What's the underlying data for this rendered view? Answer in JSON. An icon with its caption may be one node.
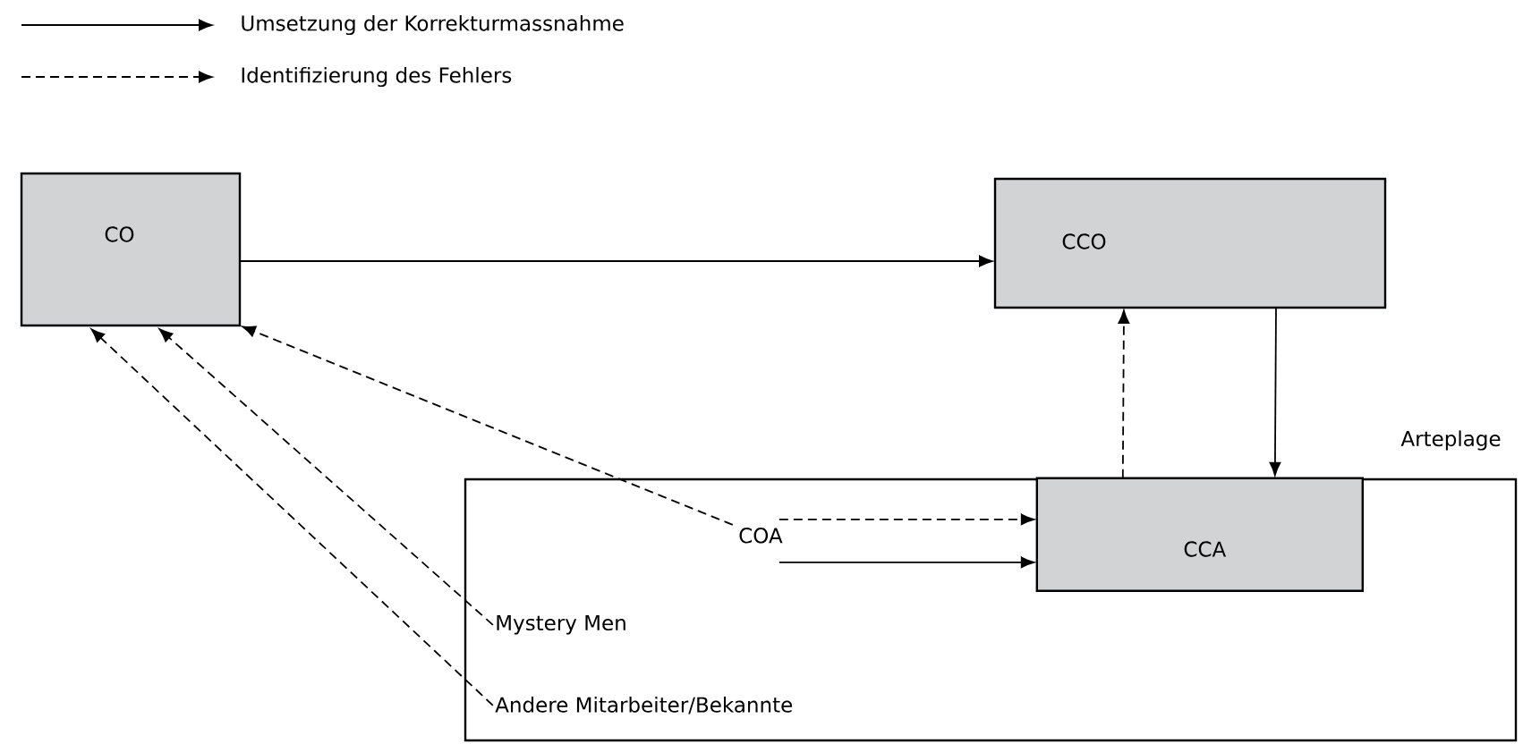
{
  "diagram": {
    "nodes": [
      {
        "text": [
          "CO"
        ]
      },
      {
        "text": [
          "CCO"
        ]
      },
      {
        "text": [
          "Arteplage"
        ]
      },
      {
        "text": [
          "COA"
        ],
        "in": 2
      },
      {
        "text": [
          "CCA"
        ],
        "in": 2
      },
      {
        "text": [
          "Mystery Men"
        ],
        "in": 2
      },
      {
        "text": [
          "Andere Mitarbeiter/Bekannte"
        ],
        "in": 2
      }
    ],
    "edges": [
      {
        "from": 0,
        "to": 1,
        "arrow": "to"
      },
      {
        "from": 1,
        "to": 4,
        "arrow": "to"
      },
      {
        "from": 4,
        "to": 1,
        "arrow": "to",
        "style": "dashed"
      },
      {
        "from": 3,
        "to": 4,
        "arrow": "to",
        "style": "dashed"
      },
      {
        "from": 3,
        "to": 4,
        "arrow": "to"
      },
      {
        "from": 3,
        "to": 0,
        "arrow": "to",
        "style": "dashed"
      },
      {
        "from": 5,
        "to": 0,
        "arrow": "to",
        "style": "dashed"
      },
      {
        "from": 6,
        "to": 0,
        "arrow": "to",
        "style": "dashed"
      }
    ],
    "legend": [
      {
        "text": "Umsetzung der Korrekturmassnahme"
      },
      {
        "text": "Identifizierung des Fehlers"
      }
    ]
  }
}
